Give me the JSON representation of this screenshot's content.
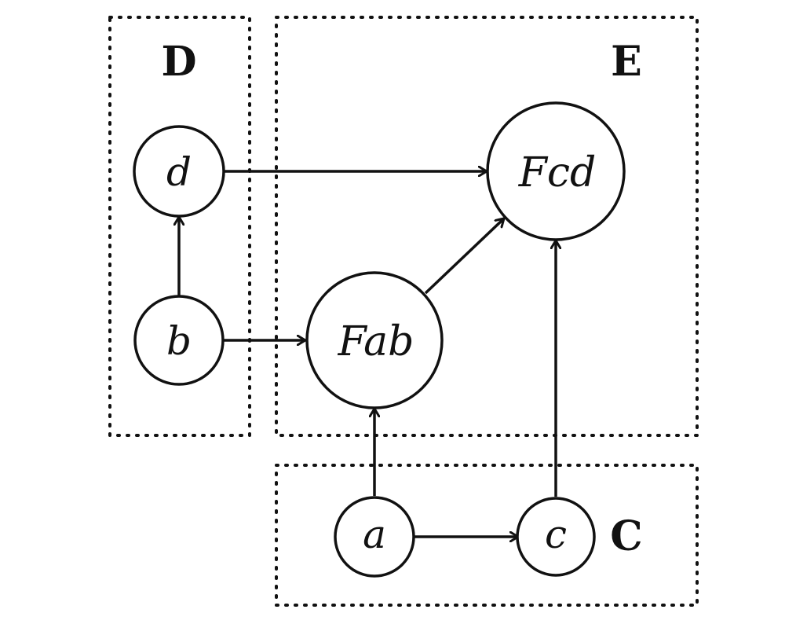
{
  "diagram": {
    "groups": [
      {
        "id": "D",
        "label": "D"
      },
      {
        "id": "E",
        "label": "E"
      },
      {
        "id": "C",
        "label": "C"
      }
    ],
    "nodes": [
      {
        "id": "d",
        "label": "d"
      },
      {
        "id": "b",
        "label": "b"
      },
      {
        "id": "Fab",
        "label": "Fab"
      },
      {
        "id": "Fcd",
        "label": "Fcd"
      },
      {
        "id": "a",
        "label": "a"
      },
      {
        "id": "c",
        "label": "c"
      }
    ],
    "edges": [
      {
        "from": "b",
        "to": "d"
      },
      {
        "from": "d",
        "to": "Fcd"
      },
      {
        "from": "b",
        "to": "Fab"
      },
      {
        "from": "Fab",
        "to": "Fcd"
      },
      {
        "from": "a",
        "to": "Fab"
      },
      {
        "from": "a",
        "to": "c"
      },
      {
        "from": "c",
        "to": "Fcd"
      }
    ]
  }
}
